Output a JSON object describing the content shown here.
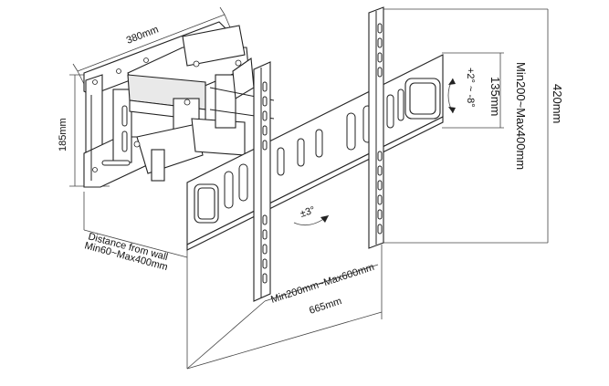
{
  "labels": {
    "wall_plate_width": "380mm",
    "wall_plate_height": "185mm",
    "tilt": "+2° ~ -8°",
    "tilt_height": "135mm",
    "max_vesa_height": "420mm",
    "vertical_vesa_range": "Min200~Max400mm",
    "swivel": "±3°",
    "distance_title": "Distance from wall",
    "distance_range": "Min60~Max400mm",
    "horizontal_vesa_range": "Min200mm~Max600mm",
    "max_vesa_width": "665mm"
  }
}
